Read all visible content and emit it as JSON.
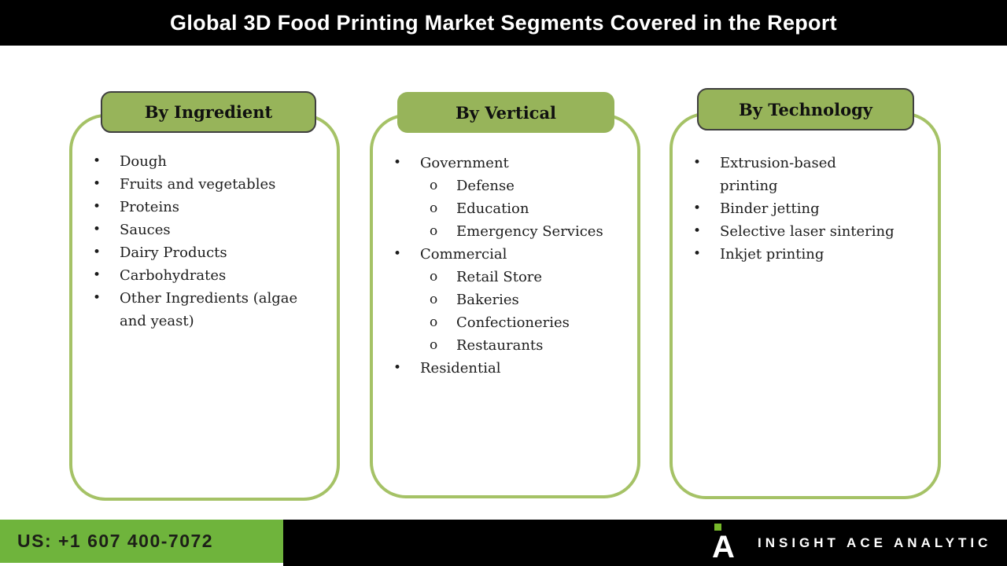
{
  "title": "Global 3D Food Printing Market Segments Covered in the Report",
  "colors": {
    "header_bg": "#000000",
    "title_text": "#ffffff",
    "badge_fill": "#97b45a",
    "badge_border": "#3f3f3f",
    "panel_border": "#a5c266",
    "footer_green": "#6fb43c",
    "footer_black": "#000000",
    "logo_green_square": "#76b82a",
    "body_text": "#1c1c1c"
  },
  "bullets": {
    "level1": "•",
    "level2": "o"
  },
  "panels": [
    {
      "header": "By Ingredient",
      "items": [
        {
          "level": 1,
          "label": "Dough"
        },
        {
          "level": 1,
          "label": "Fruits and vegetables"
        },
        {
          "level": 1,
          "label": "Proteins"
        },
        {
          "level": 1,
          "label": "Sauces"
        },
        {
          "level": 1,
          "label": "Dairy Products"
        },
        {
          "level": 1,
          "label": "Carbohydrates"
        },
        {
          "level": 1,
          "label": "Other Ingredients (algae\nand yeast)"
        }
      ]
    },
    {
      "header": "By Vertical",
      "items": [
        {
          "level": 1,
          "label": "Government"
        },
        {
          "level": 2,
          "label": "Defense"
        },
        {
          "level": 2,
          "label": "Education"
        },
        {
          "level": 2,
          "label": "Emergency Services"
        },
        {
          "level": 1,
          "label": "Commercial"
        },
        {
          "level": 2,
          "label": "Retail Store"
        },
        {
          "level": 2,
          "label": "Bakeries"
        },
        {
          "level": 2,
          "label": "Confectioneries"
        },
        {
          "level": 2,
          "label": "Restaurants"
        },
        {
          "level": 1,
          "label": "Residential"
        }
      ]
    },
    {
      "header": "By Technology",
      "items": [
        {
          "level": 1,
          "label": "Extrusion-based\nprinting"
        },
        {
          "level": 1,
          "label": "Binder jetting"
        },
        {
          "level": 1,
          "label": "Selective laser sintering"
        },
        {
          "level": 1,
          "label": "Inkjet printing"
        }
      ]
    }
  ],
  "footer": {
    "phone": "US: +1 607 400-7072",
    "brand": "INSIGHT ACE ANALYTIC",
    "logo_letter": "A"
  }
}
